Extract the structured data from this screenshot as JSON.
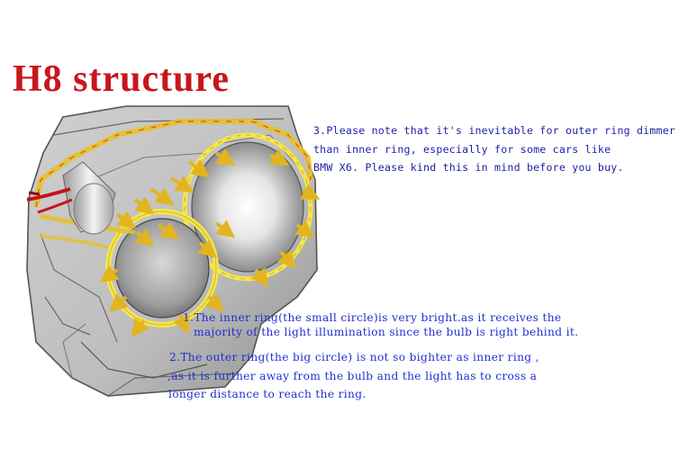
{
  "title": "H8 structure",
  "note3": {
    "lines": [
      "3.Please note that it's inevitable for outer ring dimmer",
      "than inner ring, especially for some cars like",
      "BMW X6. Please kind this in mind before you buy."
    ]
  },
  "note1": {
    "lines": [
      "1.The inner ring(the small circle)is very bright.as it receives the",
      "majority of the light illumination since the bulb is right behind it."
    ]
  },
  "note2": {
    "lines": [
      "2.The outer ring(the big circle) is not so bighter as inner ring ,",
      ",as it is further away from the bulb and the light has to cross a",
      "longer distance to reach the ring."
    ]
  },
  "colors": {
    "title": "#c8161d",
    "note3_text": "#1d1fa8",
    "note_text": "#1f2fd0",
    "ring_light": "#f3e84a",
    "light_arrow": "#e9c02a",
    "wire": "#c4131b"
  }
}
